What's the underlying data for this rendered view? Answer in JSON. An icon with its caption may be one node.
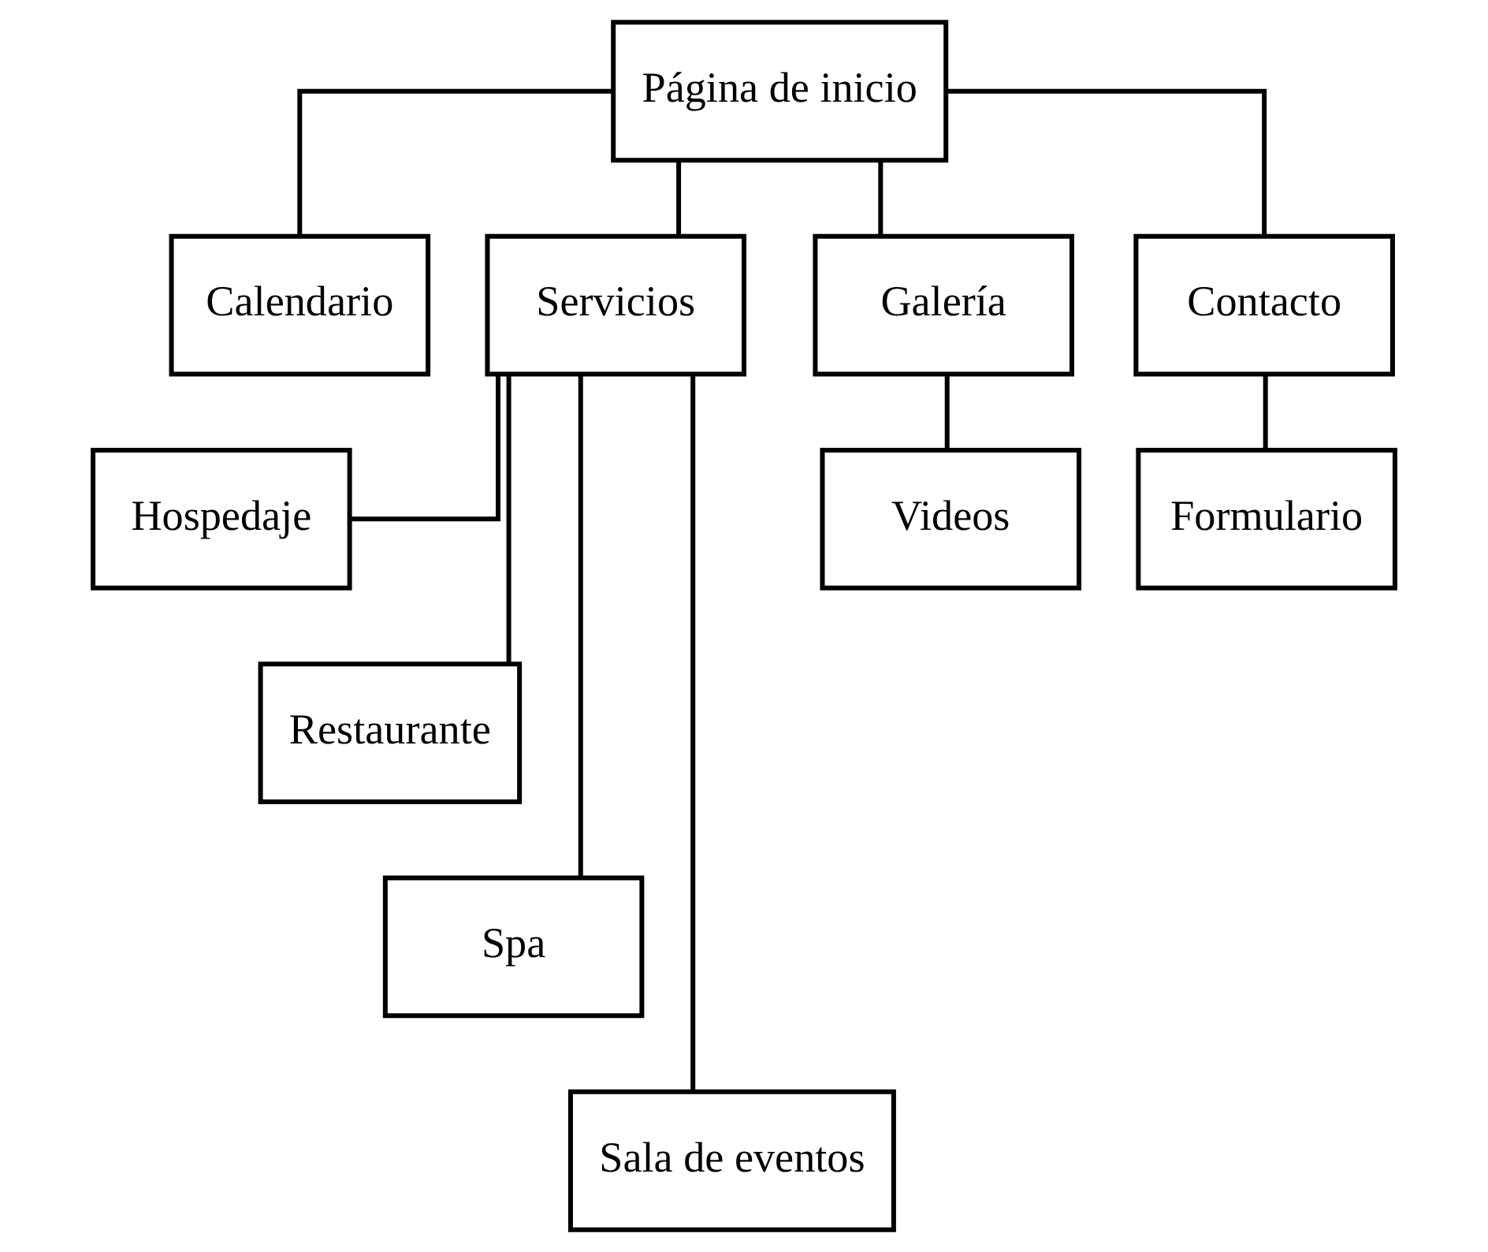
{
  "diagram": {
    "nodes": [
      {
        "text": [
          "Página de inicio"
        ]
      },
      {
        "text": [
          "Calendario"
        ]
      },
      {
        "text": [
          "Servicios"
        ]
      },
      {
        "text": [
          "Galería"
        ]
      },
      {
        "text": [
          "Contacto"
        ]
      },
      {
        "text": [
          "Hospedaje"
        ]
      },
      {
        "text": [
          "Restaurante"
        ]
      },
      {
        "text": [
          "Spa"
        ]
      },
      {
        "text": [
          "Sala de eventos"
        ]
      },
      {
        "text": [
          "Videos"
        ]
      },
      {
        "text": [
          "Formulario"
        ]
      }
    ],
    "edges": [
      {
        "from": 0,
        "to": 1,
        "arrow": "none"
      },
      {
        "from": 0,
        "to": 2,
        "arrow": "none"
      },
      {
        "from": 0,
        "to": 3,
        "arrow": "none"
      },
      {
        "from": 0,
        "to": 4,
        "arrow": "none"
      },
      {
        "from": 2,
        "to": 5,
        "arrow": "none"
      },
      {
        "from": 2,
        "to": 6,
        "arrow": "none"
      },
      {
        "from": 2,
        "to": 7,
        "arrow": "none"
      },
      {
        "from": 2,
        "to": 8,
        "arrow": "none"
      },
      {
        "from": 3,
        "to": 9,
        "arrow": "none"
      },
      {
        "from": 4,
        "to": 10,
        "arrow": "none"
      }
    ]
  }
}
